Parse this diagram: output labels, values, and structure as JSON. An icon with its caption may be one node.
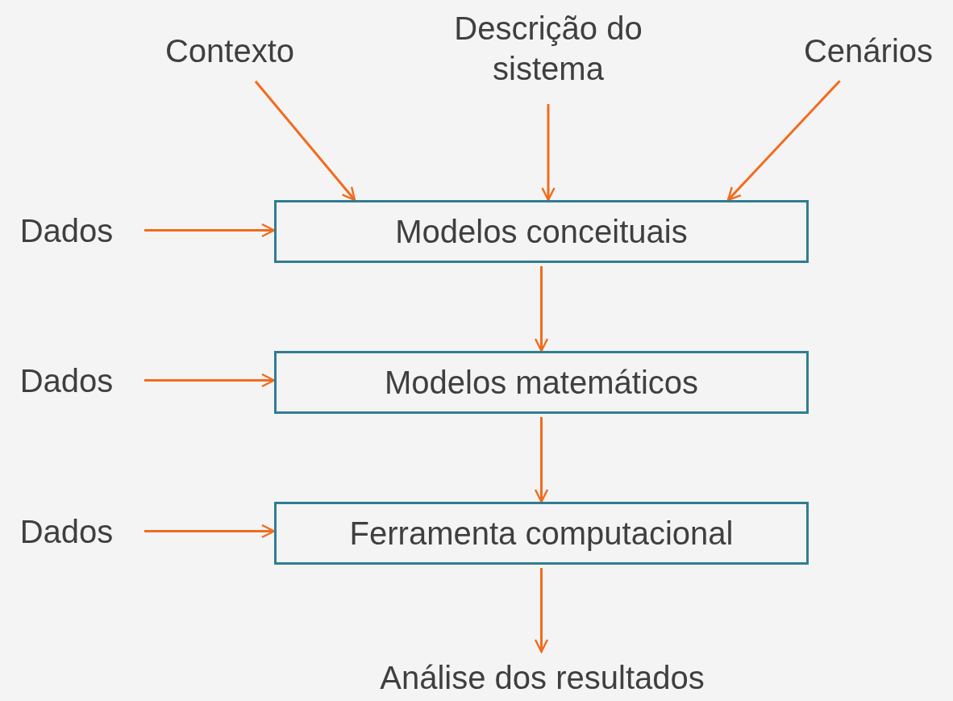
{
  "diagram": {
    "nodes": [
      {
        "text": [
          "Contexto"
        ]
      },
      {
        "text": [
          "Descrição do sistema"
        ]
      },
      {
        "text": [
          "Cenários"
        ]
      },
      {
        "text": [
          "Dados"
        ]
      },
      {
        "text": [
          "Modelos conceituais"
        ]
      },
      {
        "text": [
          "Dados"
        ]
      },
      {
        "text": [
          "Modelos matemáticos"
        ]
      },
      {
        "text": [
          "Dados"
        ]
      },
      {
        "text": [
          "Ferramenta computacional"
        ]
      },
      {
        "text": [
          "Análise dos resultados"
        ]
      }
    ],
    "edges": [
      {
        "from": 0,
        "to": 4,
        "arrow": "to"
      },
      {
        "from": 1,
        "to": 4,
        "arrow": "to"
      },
      {
        "from": 2,
        "to": 4,
        "arrow": "to"
      },
      {
        "from": 3,
        "to": 4,
        "arrow": "to"
      },
      {
        "from": 4,
        "to": 6,
        "arrow": "to"
      },
      {
        "from": 5,
        "to": 6,
        "arrow": "to"
      },
      {
        "from": 6,
        "to": 8,
        "arrow": "to"
      },
      {
        "from": 7,
        "to": 8,
        "arrow": "to"
      },
      {
        "from": 8,
        "to": 9,
        "arrow": "to"
      }
    ]
  }
}
